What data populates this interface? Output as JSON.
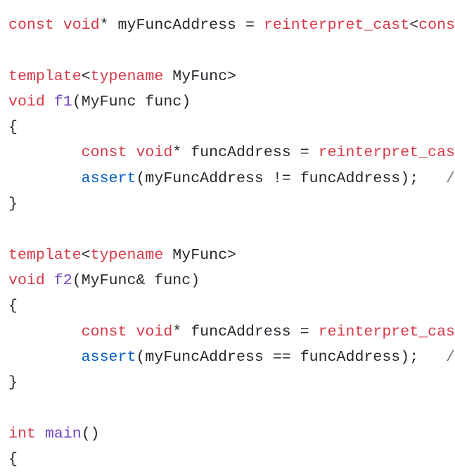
{
  "code": {
    "language": "cpp",
    "lines": [
      [
        [
          "kw",
          "const"
        ],
        [
          "tx",
          " "
        ],
        [
          "kw",
          "void"
        ],
        [
          "tx",
          "* myFuncAddress = "
        ],
        [
          "kw",
          "reinterpret_cast"
        ],
        [
          "tx",
          "<"
        ],
        [
          "kw",
          "cons"
        ]
      ],
      [],
      [
        [
          "kw",
          "template"
        ],
        [
          "tx",
          "<"
        ],
        [
          "kw",
          "typename"
        ],
        [
          "tx",
          " MyFunc>"
        ]
      ],
      [
        [
          "kw",
          "void"
        ],
        [
          "tx",
          " "
        ],
        [
          "fn",
          "f1"
        ],
        [
          "tx",
          "(MyFunc func)"
        ]
      ],
      [
        [
          "tx",
          "{"
        ]
      ],
      [
        [
          "tx",
          "        "
        ],
        [
          "kw",
          "const"
        ],
        [
          "tx",
          " "
        ],
        [
          "kw",
          "void"
        ],
        [
          "tx",
          "* funcAddress = "
        ],
        [
          "kw",
          "reinterpret_cas"
        ]
      ],
      [
        [
          "tx",
          "        "
        ],
        [
          "bi",
          "assert"
        ],
        [
          "tx",
          "(myFuncAddress != funcAddress);   "
        ],
        [
          "cm",
          "/"
        ]
      ],
      [
        [
          "tx",
          "}"
        ]
      ],
      [],
      [
        [
          "kw",
          "template"
        ],
        [
          "tx",
          "<"
        ],
        [
          "kw",
          "typename"
        ],
        [
          "tx",
          " MyFunc>"
        ]
      ],
      [
        [
          "kw",
          "void"
        ],
        [
          "tx",
          " "
        ],
        [
          "fn",
          "f2"
        ],
        [
          "tx",
          "(MyFunc& func)"
        ]
      ],
      [
        [
          "tx",
          "{"
        ]
      ],
      [
        [
          "tx",
          "        "
        ],
        [
          "kw",
          "const"
        ],
        [
          "tx",
          " "
        ],
        [
          "kw",
          "void"
        ],
        [
          "tx",
          "* funcAddress = "
        ],
        [
          "kw",
          "reinterpret_cas"
        ]
      ],
      [
        [
          "tx",
          "        "
        ],
        [
          "bi",
          "assert"
        ],
        [
          "tx",
          "(myFuncAddress == funcAddress);   "
        ],
        [
          "cm",
          "/"
        ]
      ],
      [
        [
          "tx",
          "}"
        ]
      ],
      [],
      [
        [
          "kw",
          "int"
        ],
        [
          "tx",
          " "
        ],
        [
          "fn",
          "main"
        ],
        [
          "tx",
          "()"
        ]
      ],
      [
        [
          "tx",
          "{"
        ]
      ]
    ]
  },
  "colors": {
    "keyword": "#d73a49",
    "function": "#6f42c1",
    "builtin": "#005cc5",
    "text": "#24292e",
    "comment": "#6a737d"
  }
}
